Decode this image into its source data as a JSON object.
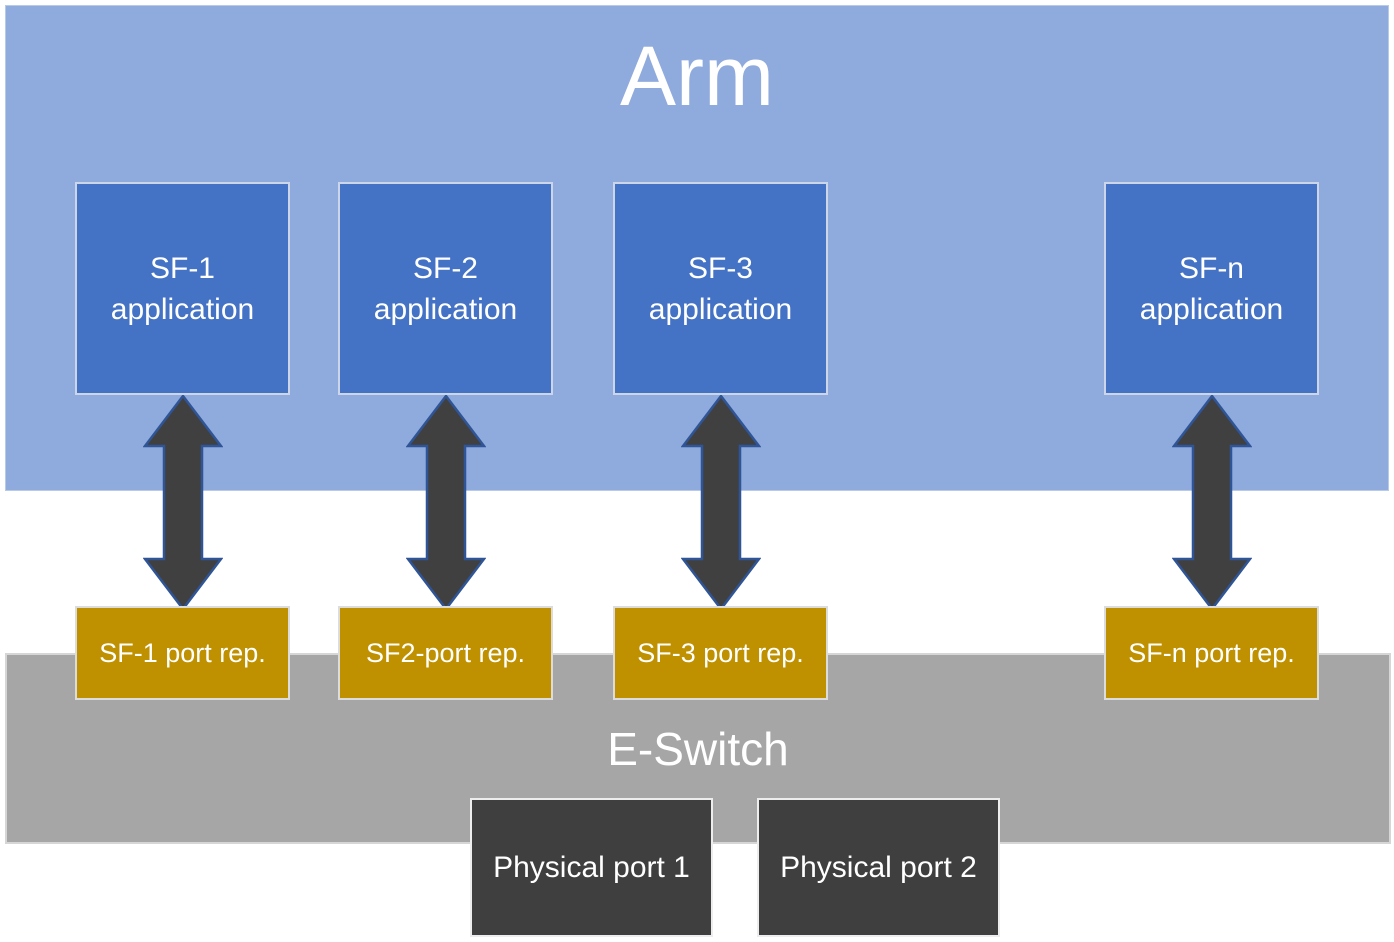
{
  "arm": {
    "label": "Arm"
  },
  "applications": [
    {
      "line1": "SF-1",
      "line2": "application"
    },
    {
      "line1": "SF-2",
      "line2": "application"
    },
    {
      "line1": "SF-3",
      "line2": "application"
    },
    {
      "line1": "SF-n",
      "line2": "application"
    }
  ],
  "port_reps": [
    {
      "label": "SF-1 port rep."
    },
    {
      "label": "SF2-port rep."
    },
    {
      "label": "SF-3 port rep."
    },
    {
      "label": "SF-n port rep."
    }
  ],
  "eswitch": {
    "label": "E-Switch"
  },
  "physical_ports": [
    {
      "label": "Physical port 1"
    },
    {
      "label": "Physical port 2"
    }
  ],
  "colors": {
    "arm_bg": "#8FAADC",
    "application_bg": "#4472C4",
    "port_rep_bg": "#BF9000",
    "eswitch_bg": "#A6A6A6",
    "physical_port_bg": "#3F3F3F",
    "arrow_fill": "#404040",
    "arrow_stroke": "#2F5597",
    "text": "#FFFFFF"
  }
}
